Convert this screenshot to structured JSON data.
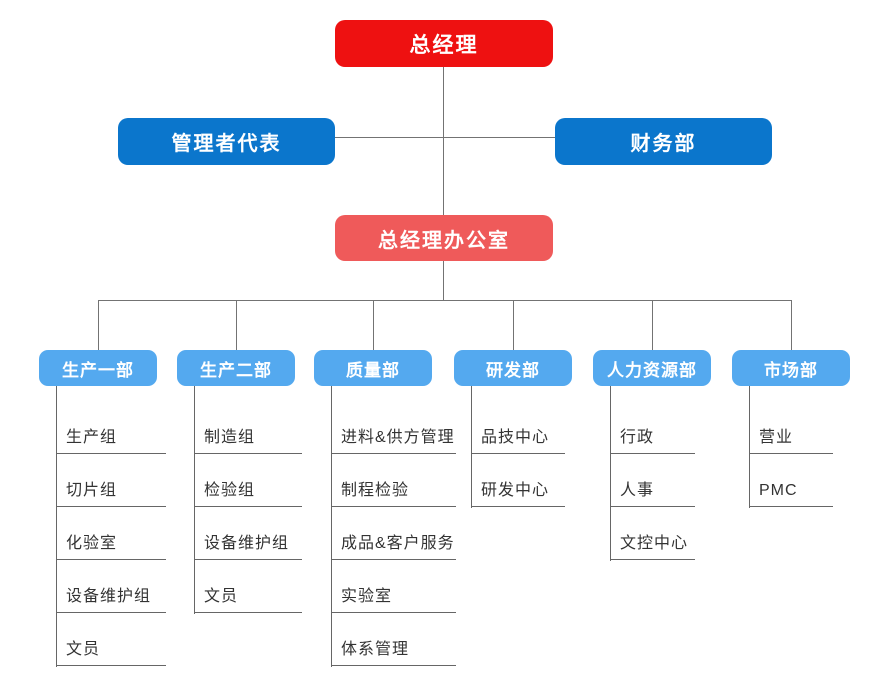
{
  "chart_title": "organization-chart",
  "root": {
    "label": "总经理"
  },
  "level2": [
    {
      "label": "管理者代表"
    },
    {
      "label": "财务部"
    }
  ],
  "office": {
    "label": "总经理办公室"
  },
  "departments": [
    {
      "name": "生产一部",
      "children": [
        "生产组",
        "切片组",
        "化验室",
        "设备维护组",
        "文员"
      ]
    },
    {
      "name": "生产二部",
      "children": [
        "制造组",
        "检验组",
        "设备维护组",
        "文员"
      ]
    },
    {
      "name": "质量部",
      "children": [
        "进料&供方管理",
        "制程检验",
        "成品&客户服务",
        "实验室",
        "体系管理"
      ]
    },
    {
      "name": "研发部",
      "children": [
        "品技中心",
        "研发中心"
      ]
    },
    {
      "name": "人力资源部",
      "children": [
        "行政",
        "人事",
        "文控中心"
      ]
    },
    {
      "name": "市场部",
      "children": [
        "营业",
        "PMC"
      ]
    }
  ],
  "colors": {
    "root_red": "#ee1111",
    "level2_blue": "#0b76cc",
    "office_salmon": "#ef5a5a",
    "dept_blue": "#54a9ef",
    "line_gray": "#737373",
    "item_text": "#333333",
    "node_text": "#ffffff"
  }
}
